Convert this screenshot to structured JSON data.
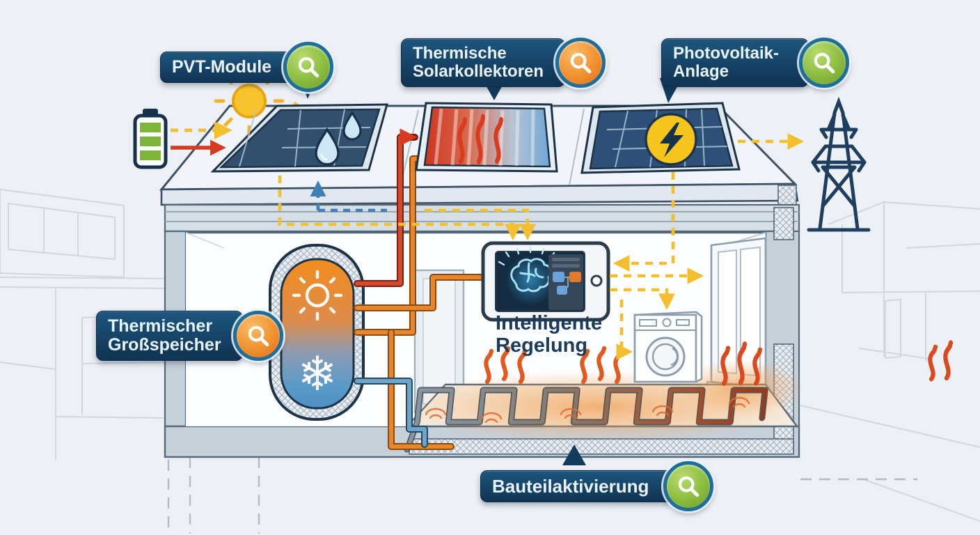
{
  "diagram_title_note": "",
  "callouts": [
    {
      "id": "pvt-module",
      "line1": "PVT-Module",
      "line2": "",
      "badge": "green"
    },
    {
      "id": "thermische-solarkollektoren",
      "line1": "Thermische",
      "line2": "Solarkollektoren",
      "badge": "orange"
    },
    {
      "id": "photovoltaik-anlage",
      "line1": "Photovoltaik-",
      "line2": "Anlage",
      "badge": "green"
    },
    {
      "id": "thermischer-grossspeicher",
      "line1": "Thermischer",
      "line2": "Großspeicher",
      "badge": "orange"
    },
    {
      "id": "bauteilaktivierung",
      "line1": "Bauteilaktivierung",
      "line2": "",
      "badge": "green"
    }
  ],
  "caption": {
    "line1": "Intelligente",
    "line2": "Regelung"
  },
  "colors": {
    "bubble_navy": "#15496d",
    "badge_green": "#8abc3f",
    "badge_orange": "#f0912f",
    "electricity_yellow": "#f2bf2e",
    "heat_red": "#cf3a22",
    "warm_orange": "#e8792a",
    "cold_blue": "#4f86b0",
    "background": "#edf0f5"
  },
  "icons": [
    "magnifier-icon",
    "battery-icon",
    "sun-icon",
    "water-drop-icon",
    "heat-waves-icon",
    "lightning-icon",
    "power-pylon-icon",
    "brain-icon",
    "snowflake-icon",
    "tank-sun-icon",
    "washing-machine-icon",
    "window-icon",
    "tablet-controller",
    "thermal-storage-tank",
    "floor-heating-coil",
    "pvt-panel",
    "thermal-collector-panel",
    "pv-panel"
  ]
}
